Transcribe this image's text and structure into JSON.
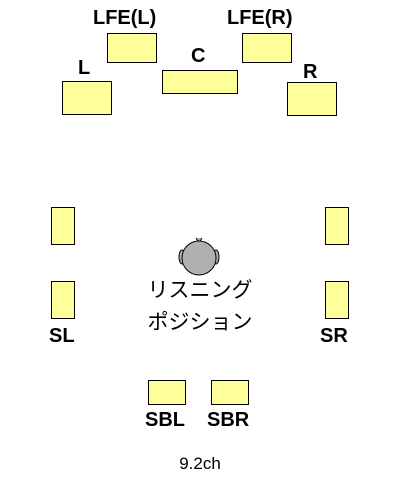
{
  "speakers": {
    "lfe_left": "LFE(L)",
    "lfe_right": "LFE(R)",
    "center": "C",
    "front_left": "L",
    "front_right": "R",
    "surround_left": "SL",
    "surround_right": "SR",
    "surround_back_left": "SBL",
    "surround_back_right": "SBR"
  },
  "listening_position": {
    "line1": "リスニング",
    "line2": "ポジション"
  },
  "channel_config": "9.2ch",
  "colors": {
    "speaker_fill": "#ffff99",
    "speaker_border": "#000000",
    "head_fill": "#b0b0b0"
  },
  "icons": {
    "listener": "listener-head-icon"
  }
}
